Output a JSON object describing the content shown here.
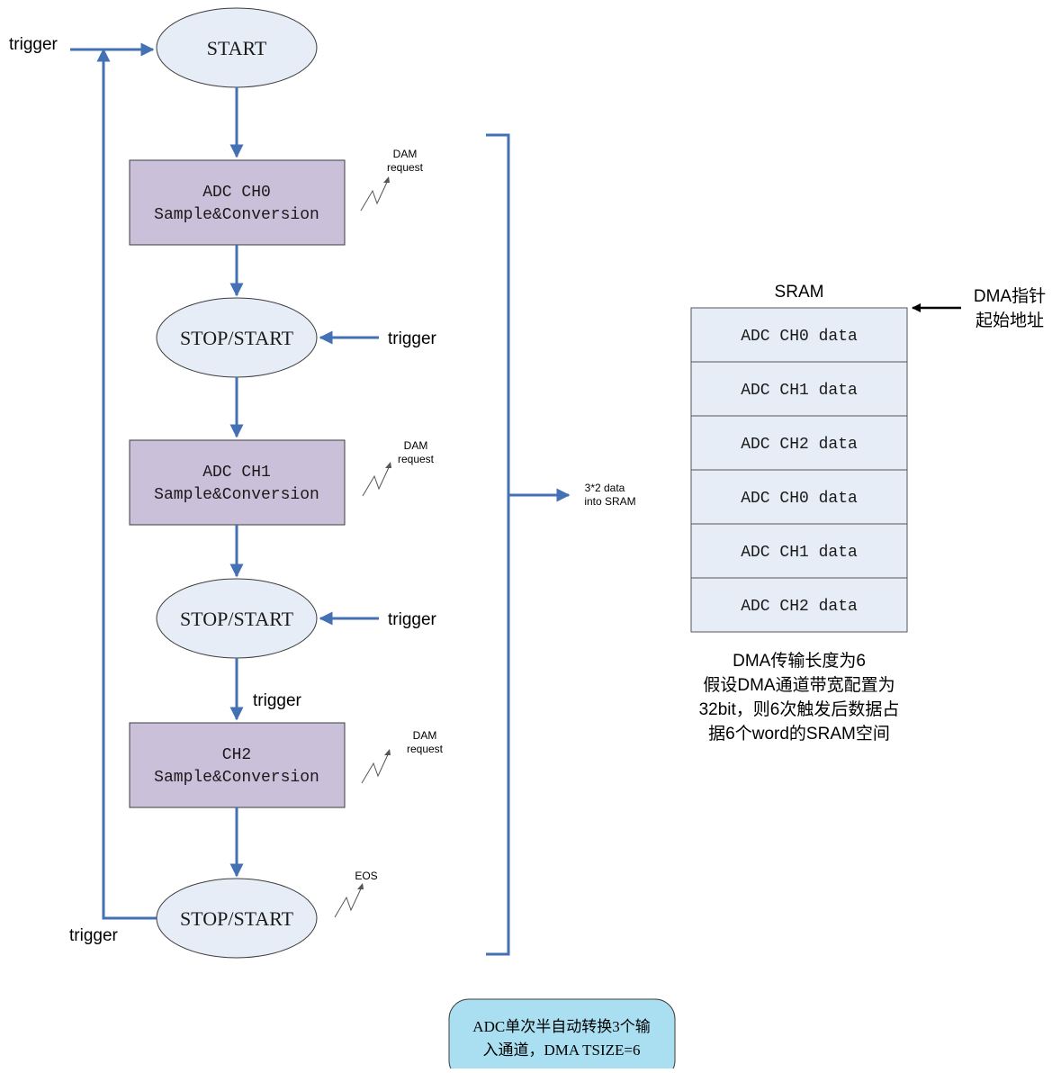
{
  "colors": {
    "flow_arrow": "#4470b4",
    "ellipse_fill": "#e6edf7",
    "box_fill": "#cbc0d9",
    "sram_cell_fill": "#e6edf7",
    "note_fill": "#a9dff0"
  },
  "flow": {
    "start_label": "START",
    "stop_start_label": "STOP/START",
    "trigger_label": "trigger",
    "boxes": [
      {
        "line1": "ADC CH0",
        "line2": "Sample&Conversion"
      },
      {
        "line1": "ADC CH1",
        "line2": "Sample&Conversion"
      },
      {
        "line1": "CH2",
        "line2": "Sample&Conversion"
      }
    ],
    "dam_request": {
      "line1": "DAM",
      "line2": "request"
    },
    "eos_label": "EOS"
  },
  "bracket": {
    "label_line1": "3*2 data",
    "label_line2": "into SRAM"
  },
  "sram": {
    "title": "SRAM",
    "cells": [
      "ADC CH0 data",
      "ADC CH1 data",
      "ADC CH2 data",
      "ADC CH0 data",
      "ADC CH1 data",
      "ADC CH2 data"
    ],
    "pointer_line1": "DMA指针",
    "pointer_line2": "起始地址",
    "note_lines": [
      "DMA传输长度为6",
      "假设DMA通道带宽配置为",
      "32bit，则6次触发后数据占",
      "据6个word的SRAM空间"
    ]
  },
  "caption": {
    "line1": "ADC单次半自动转换3个输",
    "line2": "入通道，DMA TSIZE=6"
  }
}
